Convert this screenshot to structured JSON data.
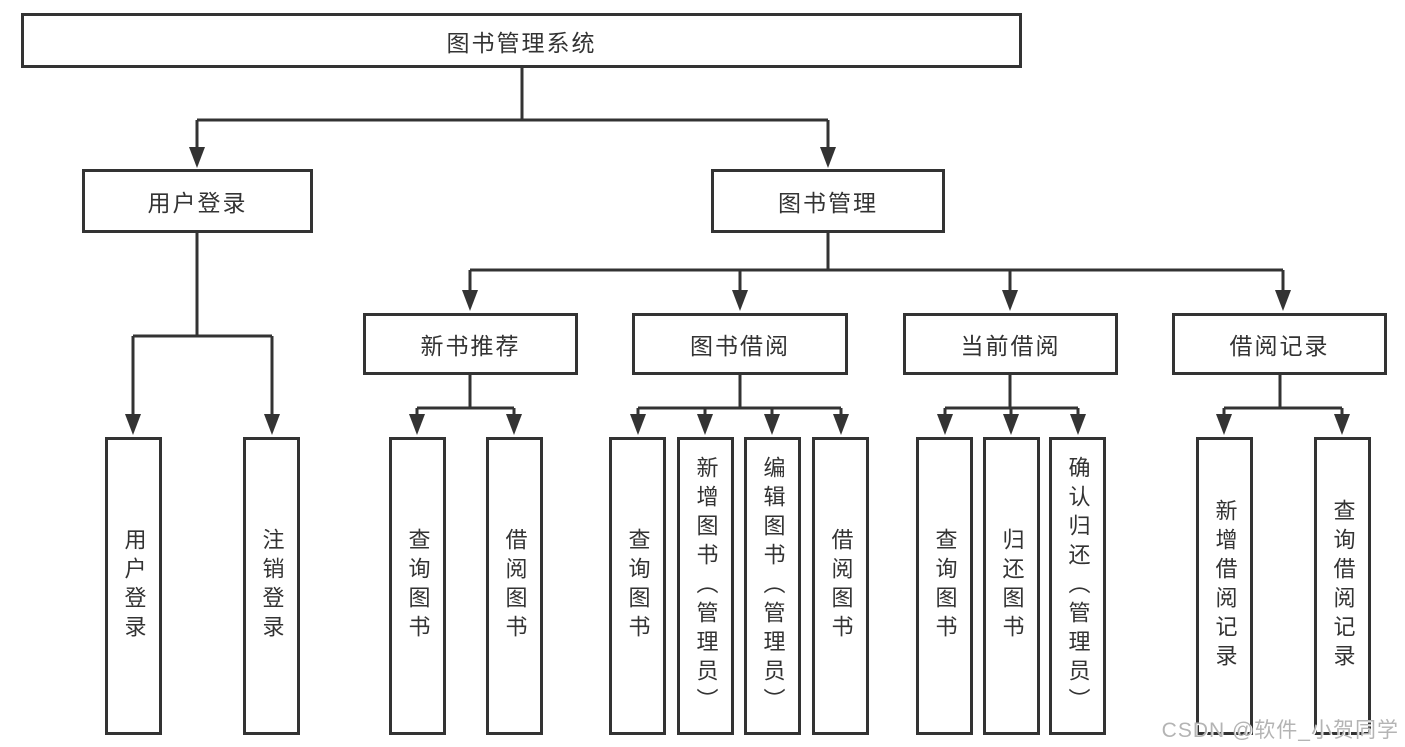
{
  "diagram": {
    "root": {
      "label": "图书管理系统"
    },
    "level2": [
      {
        "label": "用户登录"
      },
      {
        "label": "图书管理"
      }
    ],
    "level3": [
      {
        "label": "新书推荐"
      },
      {
        "label": "图书借阅"
      },
      {
        "label": "当前借阅"
      },
      {
        "label": "借阅记录"
      }
    ],
    "leaves": {
      "user_login": [
        "用户登录",
        "注销登录"
      ],
      "new_book": [
        "查询图书",
        "借阅图书"
      ],
      "book_borrow": [
        "查询图书",
        "新增图书（管理员）",
        "编辑图书（管理员）",
        "借阅图书"
      ],
      "current_borrow": [
        "查询图书",
        "归还图书",
        "确认归还（管理员）"
      ],
      "borrow_record": [
        "新增借阅记录",
        "查询借阅记录"
      ]
    }
  },
  "watermark": {
    "text": "CSDN @软件_小贺同学"
  },
  "colors": {
    "line": "#333333",
    "text": "#333333",
    "watermark": "#b4b4b4",
    "background": "#ffffff"
  }
}
